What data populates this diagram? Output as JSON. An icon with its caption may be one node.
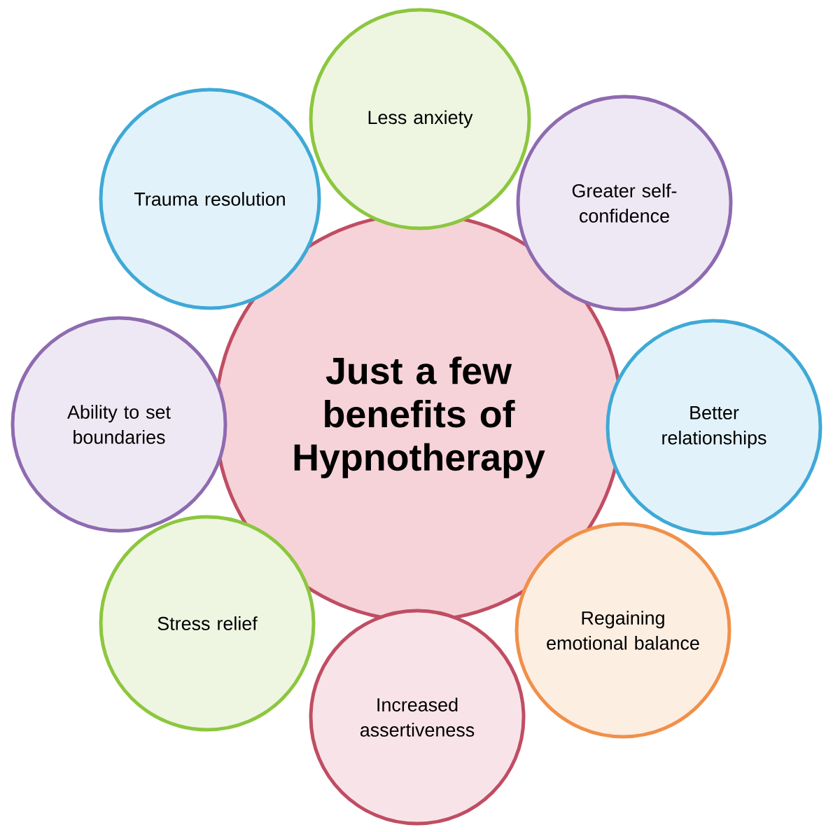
{
  "diagram": {
    "nodes": [
      {
        "text": [
          "Just a few benefits of Hypnotherapy"
        ]
      },
      {
        "text": [
          "Less anxiety"
        ]
      },
      {
        "text": [
          "Greater self-confidence"
        ]
      },
      {
        "text": [
          "Better relationships"
        ]
      },
      {
        "text": [
          "Regaining emotional balance"
        ]
      },
      {
        "text": [
          "Increased assertiveness"
        ]
      },
      {
        "text": [
          "Stress relief"
        ]
      },
      {
        "text": [
          "Ability to set boundaries"
        ]
      },
      {
        "text": [
          "Trauma resolution"
        ]
      }
    ]
  }
}
